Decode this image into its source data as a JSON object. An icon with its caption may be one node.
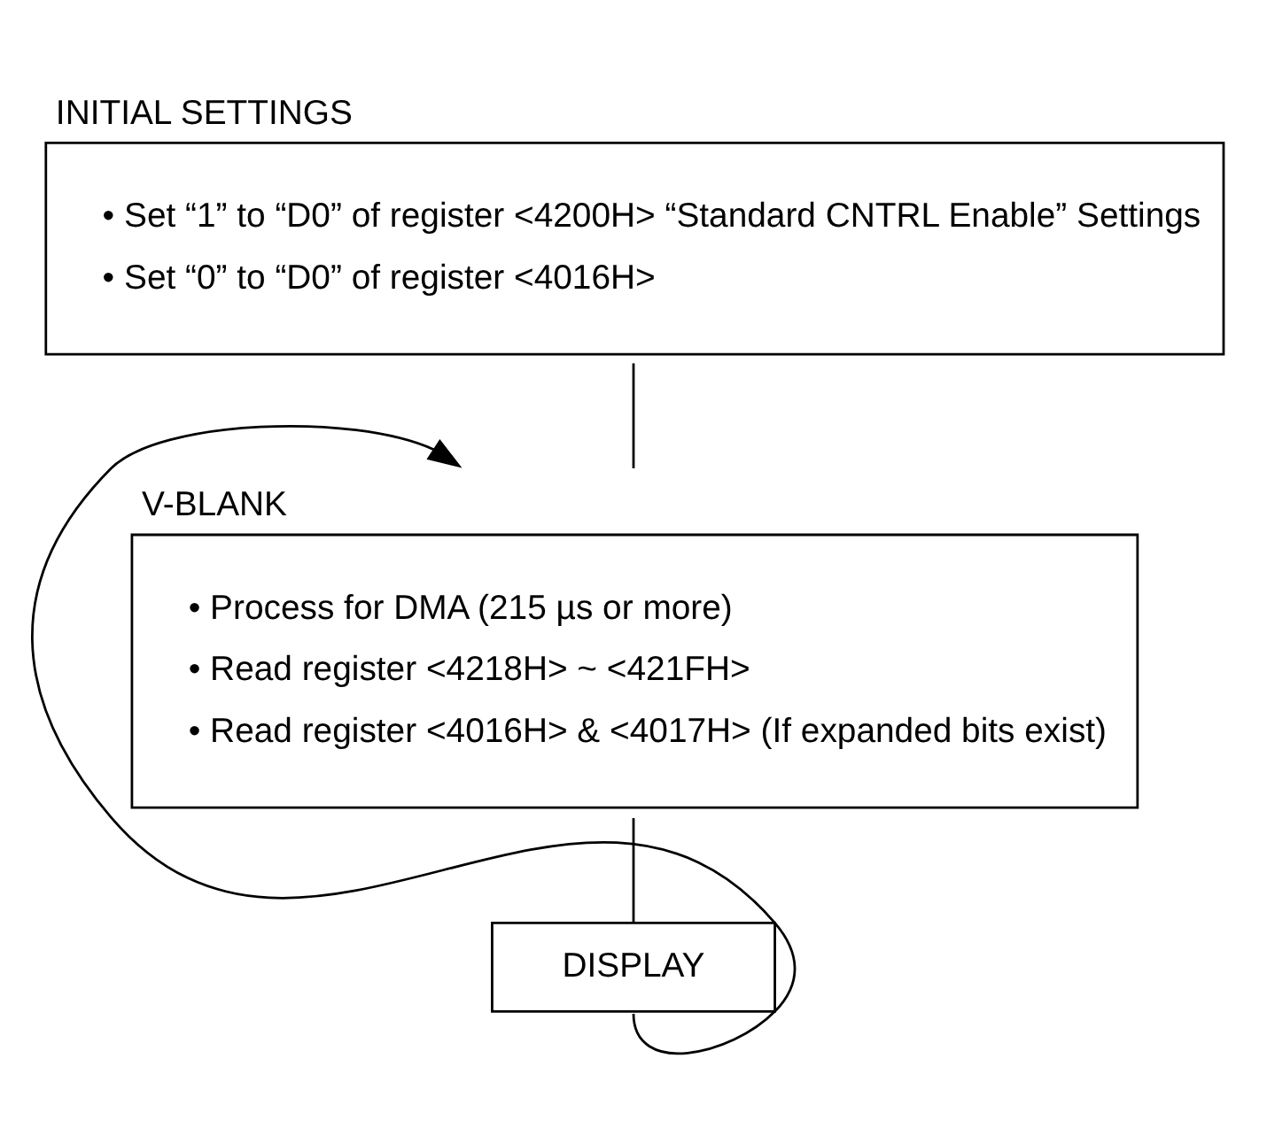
{
  "diagram": {
    "nodes": [
      {
        "text": [
          "INITIAL SETTINGS",
          "• Set “1” to “D0” of register <4200H> “Standard CNTRL Enable” Settings",
          "• Set “0” to “D0” of register <4016H>"
        ]
      },
      {
        "text": [
          "V-BLANK",
          "• Process for DMA (215 µs or more)",
          "• Read register <4218H> ~ <421FH>",
          "• Read register <4016H> & <4017H> (If expanded bits exist)"
        ]
      },
      {
        "text": [
          "DISPLAY"
        ]
      }
    ],
    "edges": [
      {
        "from": 0,
        "to": 1,
        "arrow": "none"
      },
      {
        "from": 1,
        "to": 2,
        "arrow": "none"
      },
      {
        "from": 2,
        "to": 1,
        "arrow": "to"
      }
    ]
  }
}
